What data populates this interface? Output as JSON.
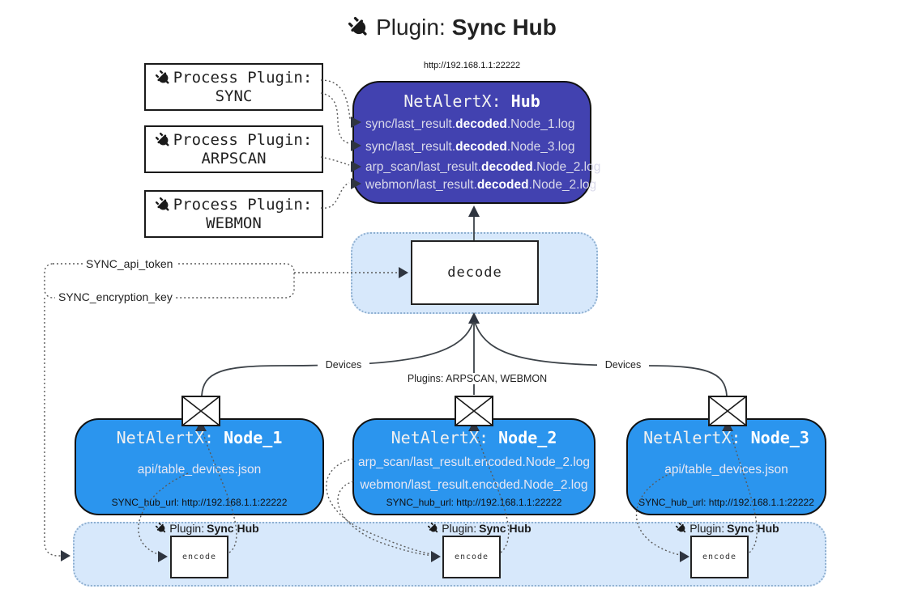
{
  "title": {
    "prefix": "Plugin:",
    "name": "Sync Hub"
  },
  "hub": {
    "url": "http://192.168.1.1:22222",
    "title_prefix": "NetAlertX:",
    "title_name": "Hub",
    "logs": [
      {
        "pre": "sync/last_result.",
        "bold": "decoded",
        "post": ".Node_1.log"
      },
      {
        "pre": "sync/last_result.",
        "bold": "decoded",
        "post": ".Node_3.log"
      },
      {
        "pre": "arp_scan/last_result.",
        "bold": "decoded",
        "post": ".Node_2.log"
      },
      {
        "pre": "webmon/last_result.",
        "bold": "decoded",
        "post": ".Node_2.log"
      }
    ]
  },
  "process_plugins": [
    {
      "label": "Process Plugin:",
      "name": "SYNC"
    },
    {
      "label": "Process Plugin:",
      "name": "ARPSCAN"
    },
    {
      "label": "Process Plugin:",
      "name": "WEBMON"
    }
  ],
  "decode": {
    "label": "decode"
  },
  "secrets": {
    "api_token": "SYNC_api_token",
    "encryption_key": "SYNC_encryption_key"
  },
  "edge_labels": {
    "devices_left": "Devices",
    "plugins_mid": "Plugins: ARPSCAN, WEBMON",
    "devices_right": "Devices"
  },
  "nodes": [
    {
      "title_prefix": "NetAlertX:",
      "title_name": "Node_1",
      "files": [
        "api/table_devices.json"
      ],
      "hub_url": "SYNC_hub_url: http://192.168.1.1:22222"
    },
    {
      "title_prefix": "NetAlertX:",
      "title_name": "Node_2",
      "files": [
        "arp_scan/last_result.encoded.Node_2.log",
        "webmon/last_result.encoded.Node_2.log"
      ],
      "hub_url": "SYNC_hub_url: http://192.168.1.1:22222"
    },
    {
      "title_prefix": "NetAlertX:",
      "title_name": "Node_3",
      "files": [
        "api/table_devices.json"
      ],
      "hub_url": "SYNC_hub_url: http://192.168.1.1:22222"
    }
  ],
  "encoders": [
    {
      "plugin_prefix": "Plugin:",
      "plugin_name": "Sync Hub",
      "label": "encode"
    },
    {
      "plugin_prefix": "Plugin:",
      "plugin_name": "Sync Hub",
      "label": "encode"
    },
    {
      "plugin_prefix": "Plugin:",
      "plugin_name": "Sync Hub",
      "label": "encode"
    }
  ],
  "colors": {
    "hub_bg": "#4242b0",
    "node_bg": "#2b95ee",
    "panel_bg": "#d7e8fb",
    "panel_border": "#8fb0d1"
  }
}
